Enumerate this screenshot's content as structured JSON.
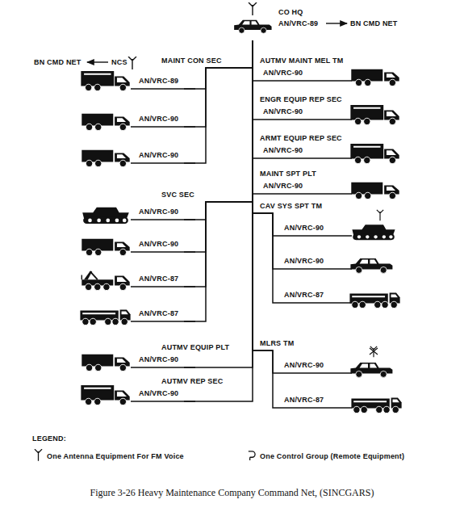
{
  "diagram": {
    "caption": "Figure 3-26 Heavy Maintenance Company Command Net, (SINCGARS)",
    "nodes": [
      {
        "text": [
          "CO HQ",
          "AN/VRC-89"
        ]
      },
      {
        "text": [
          "AN/VRC-89"
        ]
      },
      {
        "text": [
          "AN/VRC-90"
        ]
      },
      {
        "text": [
          "AN/VRC-90"
        ]
      },
      {
        "text": [
          "AN/VRC-90"
        ]
      },
      {
        "text": [
          "AN/VRC-90"
        ]
      },
      {
        "text": [
          "AN/VRC-87"
        ]
      },
      {
        "text": [
          "AN/VRC-87"
        ]
      },
      {
        "text": [
          "AN/VRC-90"
        ]
      },
      {
        "text": [
          "AN/VRC-90"
        ]
      },
      {
        "text": [
          "AN/VRC-90"
        ]
      },
      {
        "text": [
          "AN/VRC-90"
        ]
      },
      {
        "text": [
          "AN/VRC-90"
        ]
      },
      {
        "text": [
          "AN/VRC-90"
        ]
      },
      {
        "text": [
          "AN/VRC-90"
        ]
      },
      {
        "text": [
          "AN/VRC-90"
        ]
      },
      {
        "text": [
          "AN/VRC-87"
        ]
      },
      {
        "text": [
          "AN/VRC-90"
        ]
      },
      {
        "text": [
          "AN/VRC-87"
        ]
      }
    ],
    "edges": [
      {
        "from": 0,
        "to": 1,
        "arrow": "none"
      },
      {
        "from": 0,
        "to": 2,
        "arrow": "none"
      },
      {
        "from": 0,
        "to": 3,
        "arrow": "none"
      },
      {
        "from": 0,
        "to": 4,
        "arrow": "none"
      },
      {
        "from": 0,
        "to": 5,
        "arrow": "none"
      },
      {
        "from": 0,
        "to": 6,
        "arrow": "none"
      },
      {
        "from": 0,
        "to": 7,
        "arrow": "none"
      },
      {
        "from": 0,
        "to": 8,
        "arrow": "none"
      },
      {
        "from": 0,
        "to": 9,
        "arrow": "none"
      },
      {
        "from": 0,
        "to": 10,
        "arrow": "none"
      },
      {
        "from": 0,
        "to": 11,
        "arrow": "none"
      },
      {
        "from": 0,
        "to": 12,
        "arrow": "none"
      },
      {
        "from": 0,
        "to": 13,
        "arrow": "none"
      },
      {
        "from": 0,
        "to": 14,
        "arrow": "none"
      },
      {
        "from": 0,
        "to": 15,
        "arrow": "none"
      },
      {
        "from": 0,
        "to": 16,
        "arrow": "none"
      },
      {
        "from": 0,
        "to": 17,
        "arrow": "none"
      },
      {
        "from": 0,
        "to": 18,
        "arrow": "none"
      }
    ],
    "labels": [
      "BN CMD NET",
      "BN CMD NET",
      "NCS",
      "MAINT CON SEC",
      "AUTMV MAINT MEL TM",
      "ENGR EQUIP REP SEC",
      "ARMT EQUIP REP SEC",
      "MAINT SPT PLT",
      "SVC SEC",
      "CAV SYS SPT TM",
      "AUTMV EQUIP PLT",
      "MLRS TM",
      "AUTMV REP SEC",
      "LEGEND:"
    ],
    "legend": [
      {
        "text": "One Antenna Equipment For FM Voice"
      },
      {
        "text": "One Control Group (Remote Equipment)"
      }
    ]
  }
}
